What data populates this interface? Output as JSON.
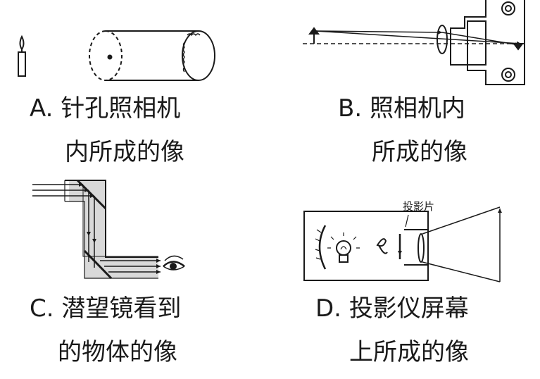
{
  "panels": {
    "a": {
      "letter": "A.",
      "line1": "针孔照相机",
      "line2": "内所成的像"
    },
    "b": {
      "letter": "B.",
      "line1": "照相机内",
      "line2": "所成的像"
    },
    "c": {
      "letter": "C.",
      "line1": "潜望镜看到",
      "line2": "的物体的像"
    },
    "d": {
      "letter": "D.",
      "line1": "投影仪屏幕",
      "line2": "上所成的像",
      "slide_label": "投影片"
    }
  },
  "colors": {
    "ink": "#1a1a1a",
    "shade": "#d9d9d9",
    "paper": "#ffffff"
  }
}
